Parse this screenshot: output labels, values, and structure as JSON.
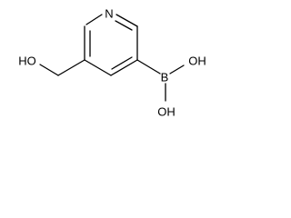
{
  "molecule": {
    "atoms": {
      "N": "N",
      "B": "B",
      "OH_left": "HO",
      "OH_top": "OH",
      "OH_bottom": "OH"
    }
  }
}
